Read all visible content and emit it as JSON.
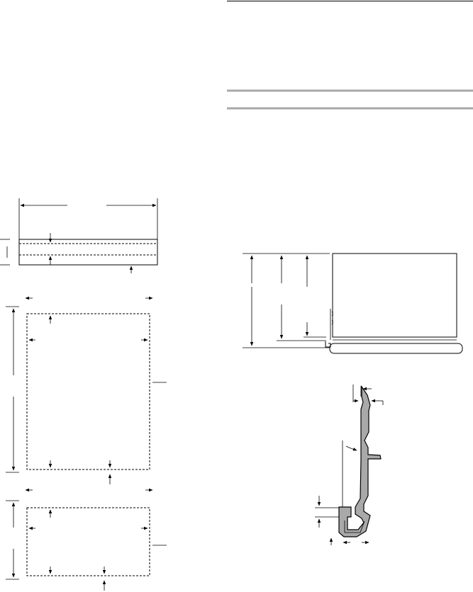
{
  "page": {
    "colors": {
      "line": "#000000",
      "rule": "#a8a8a8",
      "profile_fill": "#a9a9a9",
      "background": "#ffffff"
    },
    "figures": [
      "strip-plan-view",
      "large-panel-template",
      "small-panel-template",
      "cabinet-elevation",
      "trim-profile-section"
    ]
  }
}
